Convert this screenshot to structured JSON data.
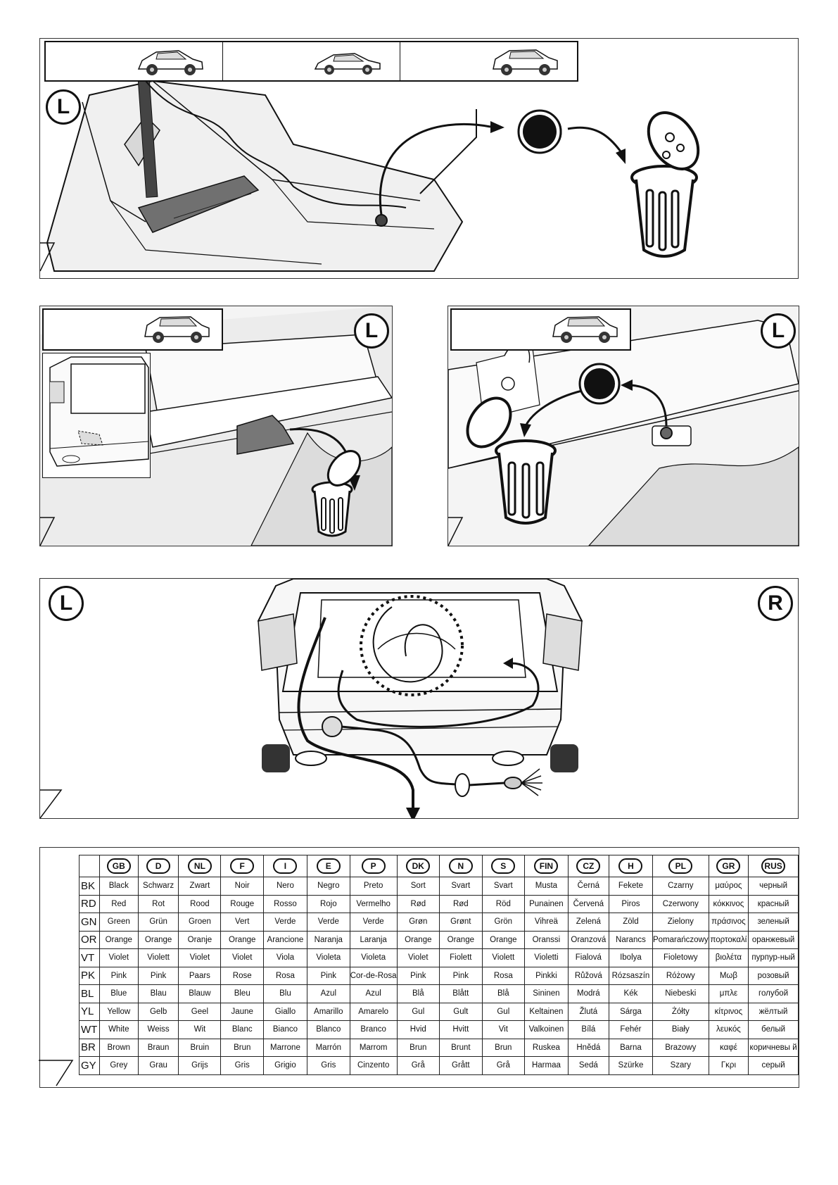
{
  "markers": {
    "left": "L",
    "right": "R"
  },
  "colors": {
    "line": "#111111",
    "panel_fill": "#f2f2f2",
    "shade": "#dcdcdc",
    "part": "#6f6f6f"
  },
  "icons": {
    "car_hatchback": "car-hatchback-icon",
    "car_sedan": "car-sedan-icon",
    "car_suv": "car-suv-icon",
    "trash_bin": "trash-bin-icon",
    "rubber_plug": "rubber-plug-icon",
    "arrow": "arrow-icon"
  },
  "color_table": {
    "languages": [
      "GB",
      "D",
      "NL",
      "F",
      "I",
      "E",
      "P",
      "DK",
      "N",
      "S",
      "FIN",
      "CZ",
      "H",
      "PL",
      "GR",
      "RUS"
    ],
    "rows": [
      {
        "code": "BK",
        "names": [
          "Black",
          "Schwarz",
          "Zwart",
          "Noir",
          "Nero",
          "Negro",
          "Preto",
          "Sort",
          "Svart",
          "Svart",
          "Musta",
          "Černá",
          "Fekete",
          "Czarny",
          "μαύρος",
          "черный"
        ]
      },
      {
        "code": "RD",
        "names": [
          "Red",
          "Rot",
          "Rood",
          "Rouge",
          "Rosso",
          "Rojo",
          "Vermelho",
          "Rød",
          "Rød",
          "Röd",
          "Punainen",
          "Červená",
          "Piros",
          "Czerwony",
          "κόκκινος",
          "красный"
        ]
      },
      {
        "code": "GN",
        "names": [
          "Green",
          "Grün",
          "Groen",
          "Vert",
          "Verde",
          "Verde",
          "Verde",
          "Grøn",
          "Grønt",
          "Grön",
          "Vihreä",
          "Zelená",
          "Zöld",
          "Zielony",
          "πράσινος",
          "зеленый"
        ]
      },
      {
        "code": "OR",
        "names": [
          "Orange",
          "Orange",
          "Oranje",
          "Orange",
          "Arancione",
          "Naranja",
          "Laranja",
          "Orange",
          "Orange",
          "Orange",
          "Oranssi",
          "Oranzová",
          "Narancs",
          "Pomarańczowy",
          "πορτοκαλί",
          "оранжевый"
        ]
      },
      {
        "code": "VT",
        "names": [
          "Violet",
          "Violett",
          "Violet",
          "Violet",
          "Viola",
          "Violeta",
          "Violeta",
          "Violet",
          "Fiolett",
          "Violett",
          "Violetti",
          "Fialová",
          "Ibolya",
          "Fioletowy",
          "βιολέτα",
          "пурпур-ный"
        ]
      },
      {
        "code": "PK",
        "names": [
          "Pink",
          "Pink",
          "Paars",
          "Rose",
          "Rosa",
          "Pink",
          "Cor-de-Rosa",
          "Pink",
          "Pink",
          "Rosa",
          "Pinkki",
          "Růžová",
          "Rózsaszín",
          "Różowy",
          "Μωβ",
          "розовый"
        ]
      },
      {
        "code": "BL",
        "names": [
          "Blue",
          "Blau",
          "Blauw",
          "Bleu",
          "Blu",
          "Azul",
          "Azul",
          "Blå",
          "Blått",
          "Blå",
          "Sininen",
          "Modrá",
          "Kék",
          "Niebeski",
          "μπλε",
          "голубой"
        ]
      },
      {
        "code": "YL",
        "names": [
          "Yellow",
          "Gelb",
          "Geel",
          "Jaune",
          "Giallo",
          "Amarillo",
          "Amarelo",
          "Gul",
          "Gult",
          "Gul",
          "Keltainen",
          "Žlutá",
          "Sárga",
          "Żółty",
          "κίτρινος",
          "жёлтый"
        ]
      },
      {
        "code": "WT",
        "names": [
          "White",
          "Weiss",
          "Wit",
          "Blanc",
          "Bianco",
          "Blanco",
          "Branco",
          "Hvid",
          "Hvitt",
          "Vit",
          "Valkoinen",
          "Bílá",
          "Fehér",
          "Biały",
          "λευκός",
          "белый"
        ]
      },
      {
        "code": "BR",
        "names": [
          "Brown",
          "Braun",
          "Bruin",
          "Brun",
          "Marrone",
          "Marrón",
          "Marrom",
          "Brun",
          "Brunt",
          "Brun",
          "Ruskea",
          "Hnědá",
          "Barna",
          "Brazowy",
          "καφέ",
          "коричневы й"
        ]
      },
      {
        "code": "GY",
        "names": [
          "Grey",
          "Grau",
          "Grijs",
          "Gris",
          "Grigio",
          "Gris",
          "Cinzento",
          "Grå",
          "Grått",
          "Grå",
          "Harmaa",
          "Sedá",
          "Szürke",
          "Szary",
          "Γκρι",
          "серый"
        ]
      }
    ]
  }
}
